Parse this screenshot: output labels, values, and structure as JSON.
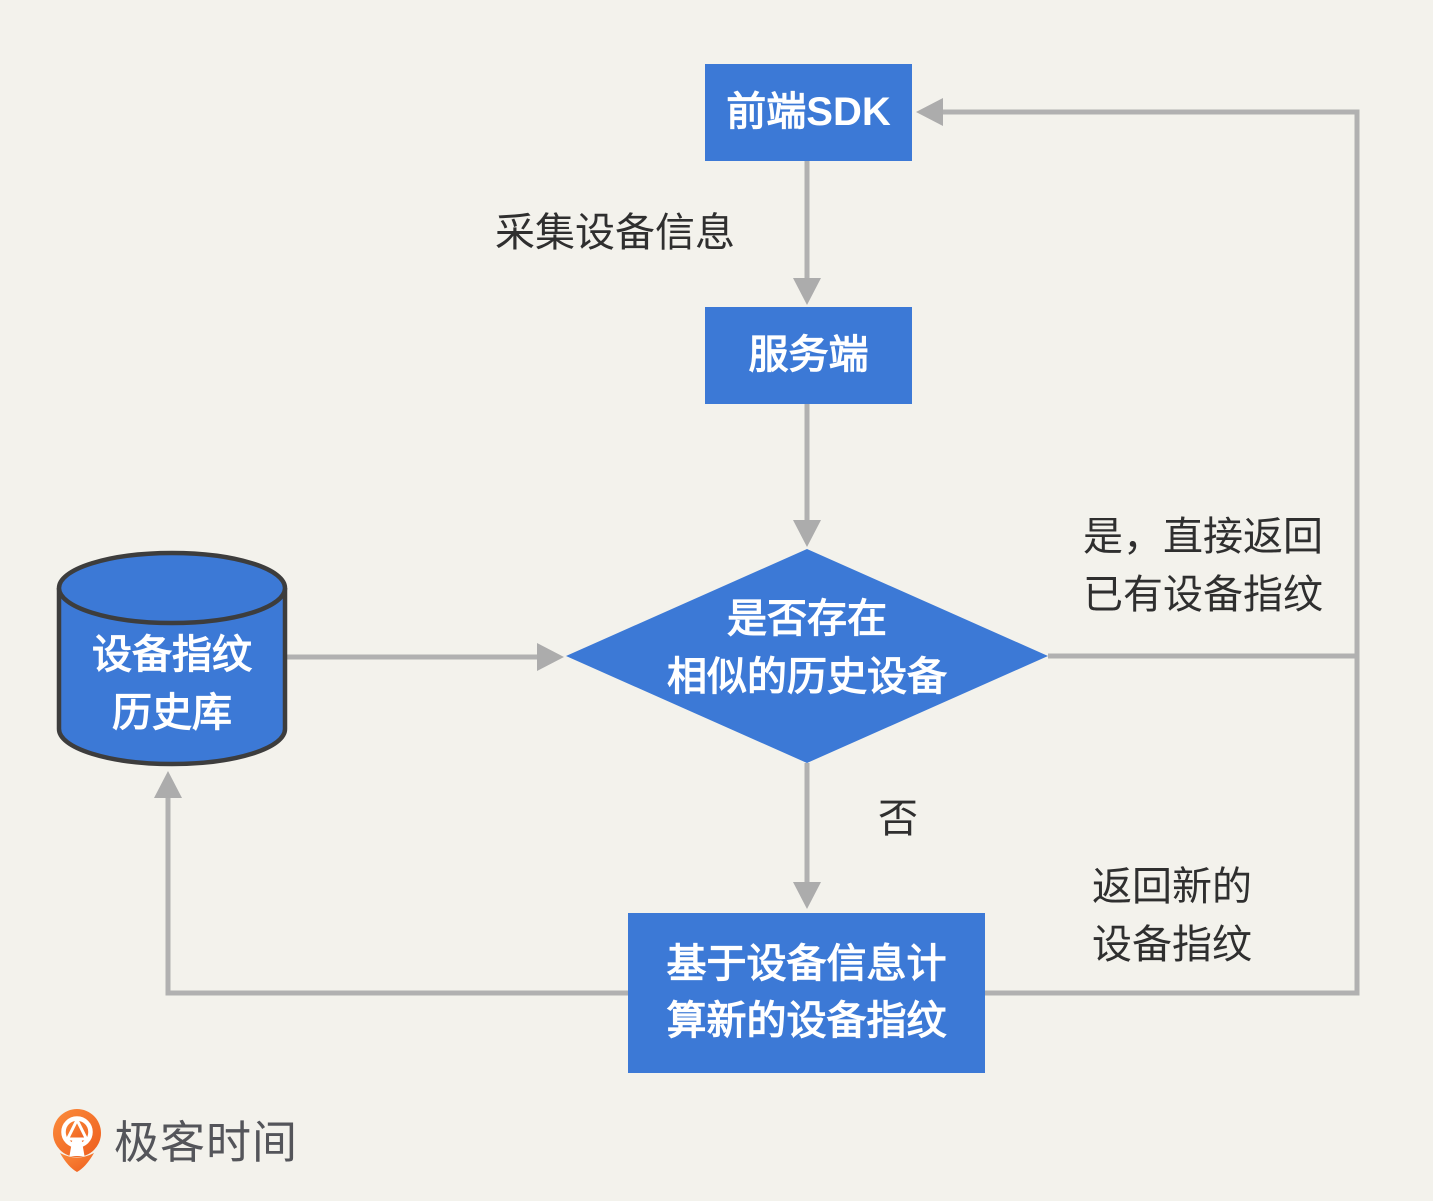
{
  "diagram": {
    "nodes": {
      "front_sdk": {
        "label": "前端SDK"
      },
      "server": {
        "label": "服务端"
      },
      "decision": {
        "lines": [
          "是否存在",
          "相似的历史设备"
        ]
      },
      "history_db": {
        "lines": [
          "设备指纹",
          "历史库"
        ]
      },
      "compute": {
        "lines": [
          "基于设备信息计",
          "算新的设备指纹"
        ]
      }
    },
    "edge_labels": {
      "collect": "采集设备信息",
      "yes": {
        "lines": [
          "是，直接返回",
          "已有设备指纹"
        ]
      },
      "no": "否",
      "return_new": {
        "lines": [
          "返回新的",
          "设备指纹"
        ]
      }
    },
    "colors": {
      "node_fill": "#3C79D6",
      "connector": "#B1B1B1",
      "arrowhead": "#ACACAC",
      "background": "#F3F2EC",
      "label_text": "#2F2F2F",
      "cylinder_stroke": "#3D3D3D",
      "logo_orange": "#F26E21",
      "logo_text": "#54555A"
    },
    "logo": {
      "text": "极客时间"
    }
  }
}
